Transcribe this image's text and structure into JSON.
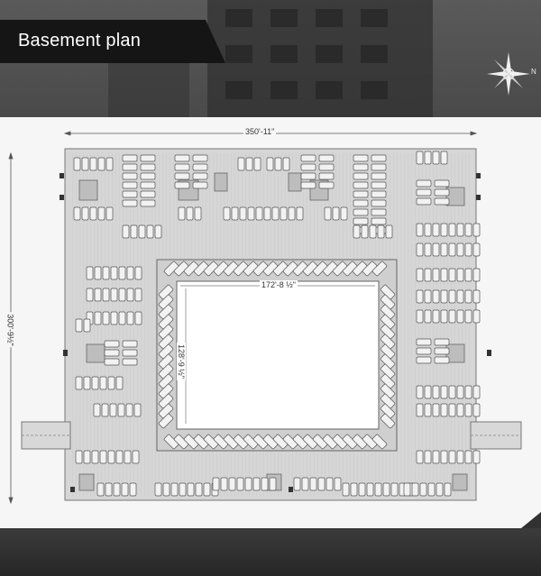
{
  "header": {
    "title": "Basement plan"
  },
  "compass": {
    "north_label": "N",
    "icon": "compass-rose-icon"
  },
  "dimensions": {
    "overall_width": "350'-11\"",
    "overall_depth": "300'-9½\"",
    "court_width": "172'-8 ½\"",
    "court_depth": "128'-9 ½\""
  },
  "colors": {
    "banner": "#151515",
    "panel": "#f6f6f6",
    "plan_floor": "#d6d6d6",
    "parking_outline": "#555555",
    "court": "#ffffff"
  }
}
